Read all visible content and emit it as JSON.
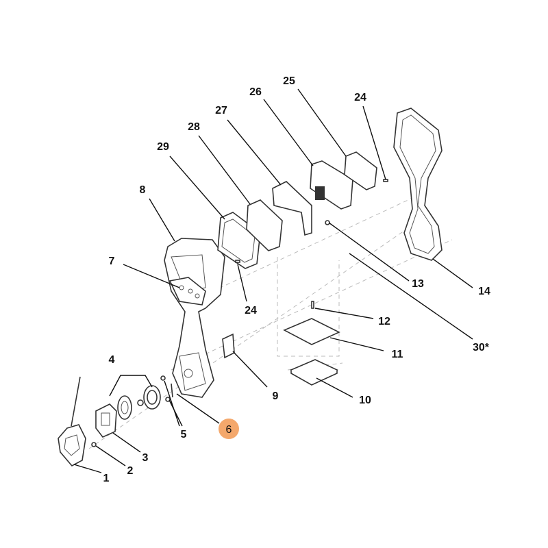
{
  "diagram": {
    "highlight_color": "#f4a86c",
    "callouts": {
      "p1": "1",
      "p2": "2",
      "p3": "3",
      "p4": "4",
      "p5": "5",
      "p6": "6",
      "p7": "7",
      "p8": "8",
      "p9": "9",
      "p10": "10",
      "p11": "11",
      "p12": "12",
      "p13": "13",
      "p14": "14",
      "p24a": "24",
      "p24b": "24",
      "p25": "25",
      "p26": "26",
      "p27": "27",
      "p28": "28",
      "p29": "29",
      "p30": "30*"
    },
    "highlighted_callout": "6"
  }
}
